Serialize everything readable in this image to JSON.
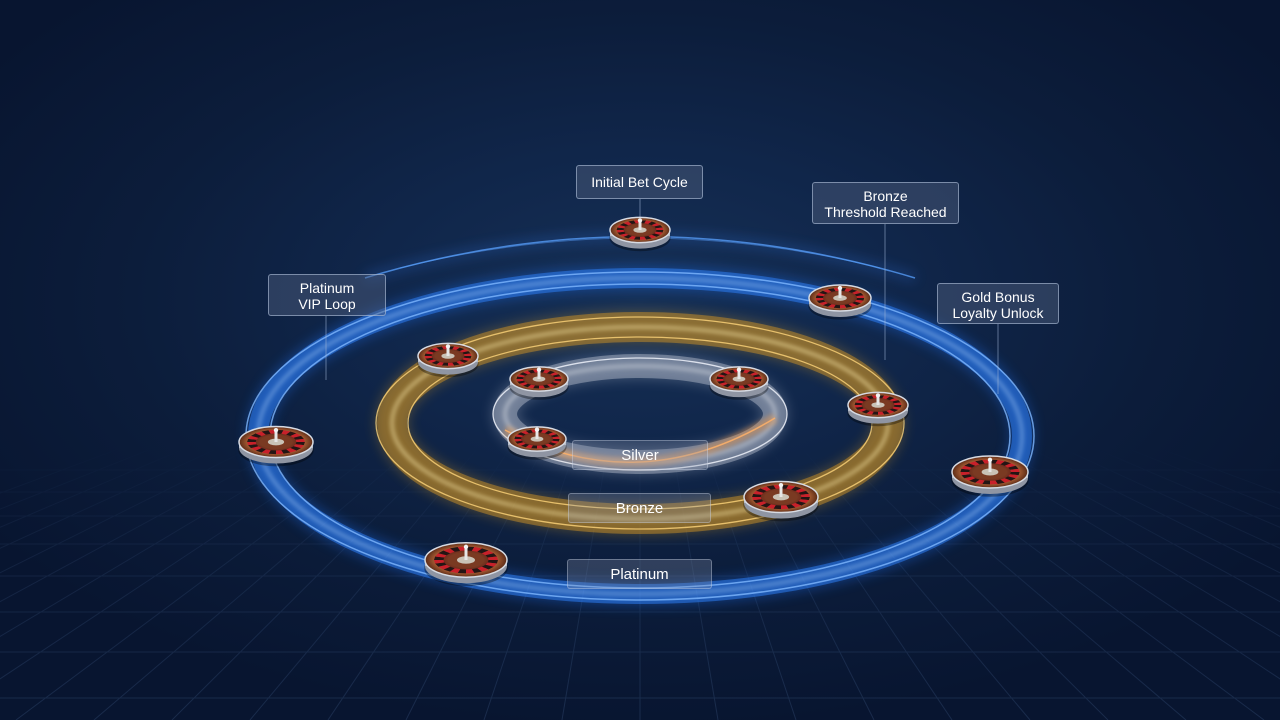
{
  "colors": {
    "platinum": "#2f8dff",
    "bronze": "#f2b73a",
    "silver": "#d9dde6",
    "silver_inner": "#f09a4a",
    "background": "#0b1a33"
  },
  "rings": {
    "silver": "Silver",
    "bronze": "Bronze",
    "platinum": "Platinum"
  },
  "callouts": {
    "initial_bet_cycle": [
      "Initial Bet Cycle"
    ],
    "bronze_threshold": [
      "Bronze",
      "Threshold Reached"
    ],
    "gold_bonus": [
      "Gold Bonus",
      "Loyalty Unlock"
    ],
    "platinum_vip": [
      "Platinum",
      "VIP Loop"
    ]
  },
  "icons": {
    "node": "roulette-wheel-icon"
  }
}
